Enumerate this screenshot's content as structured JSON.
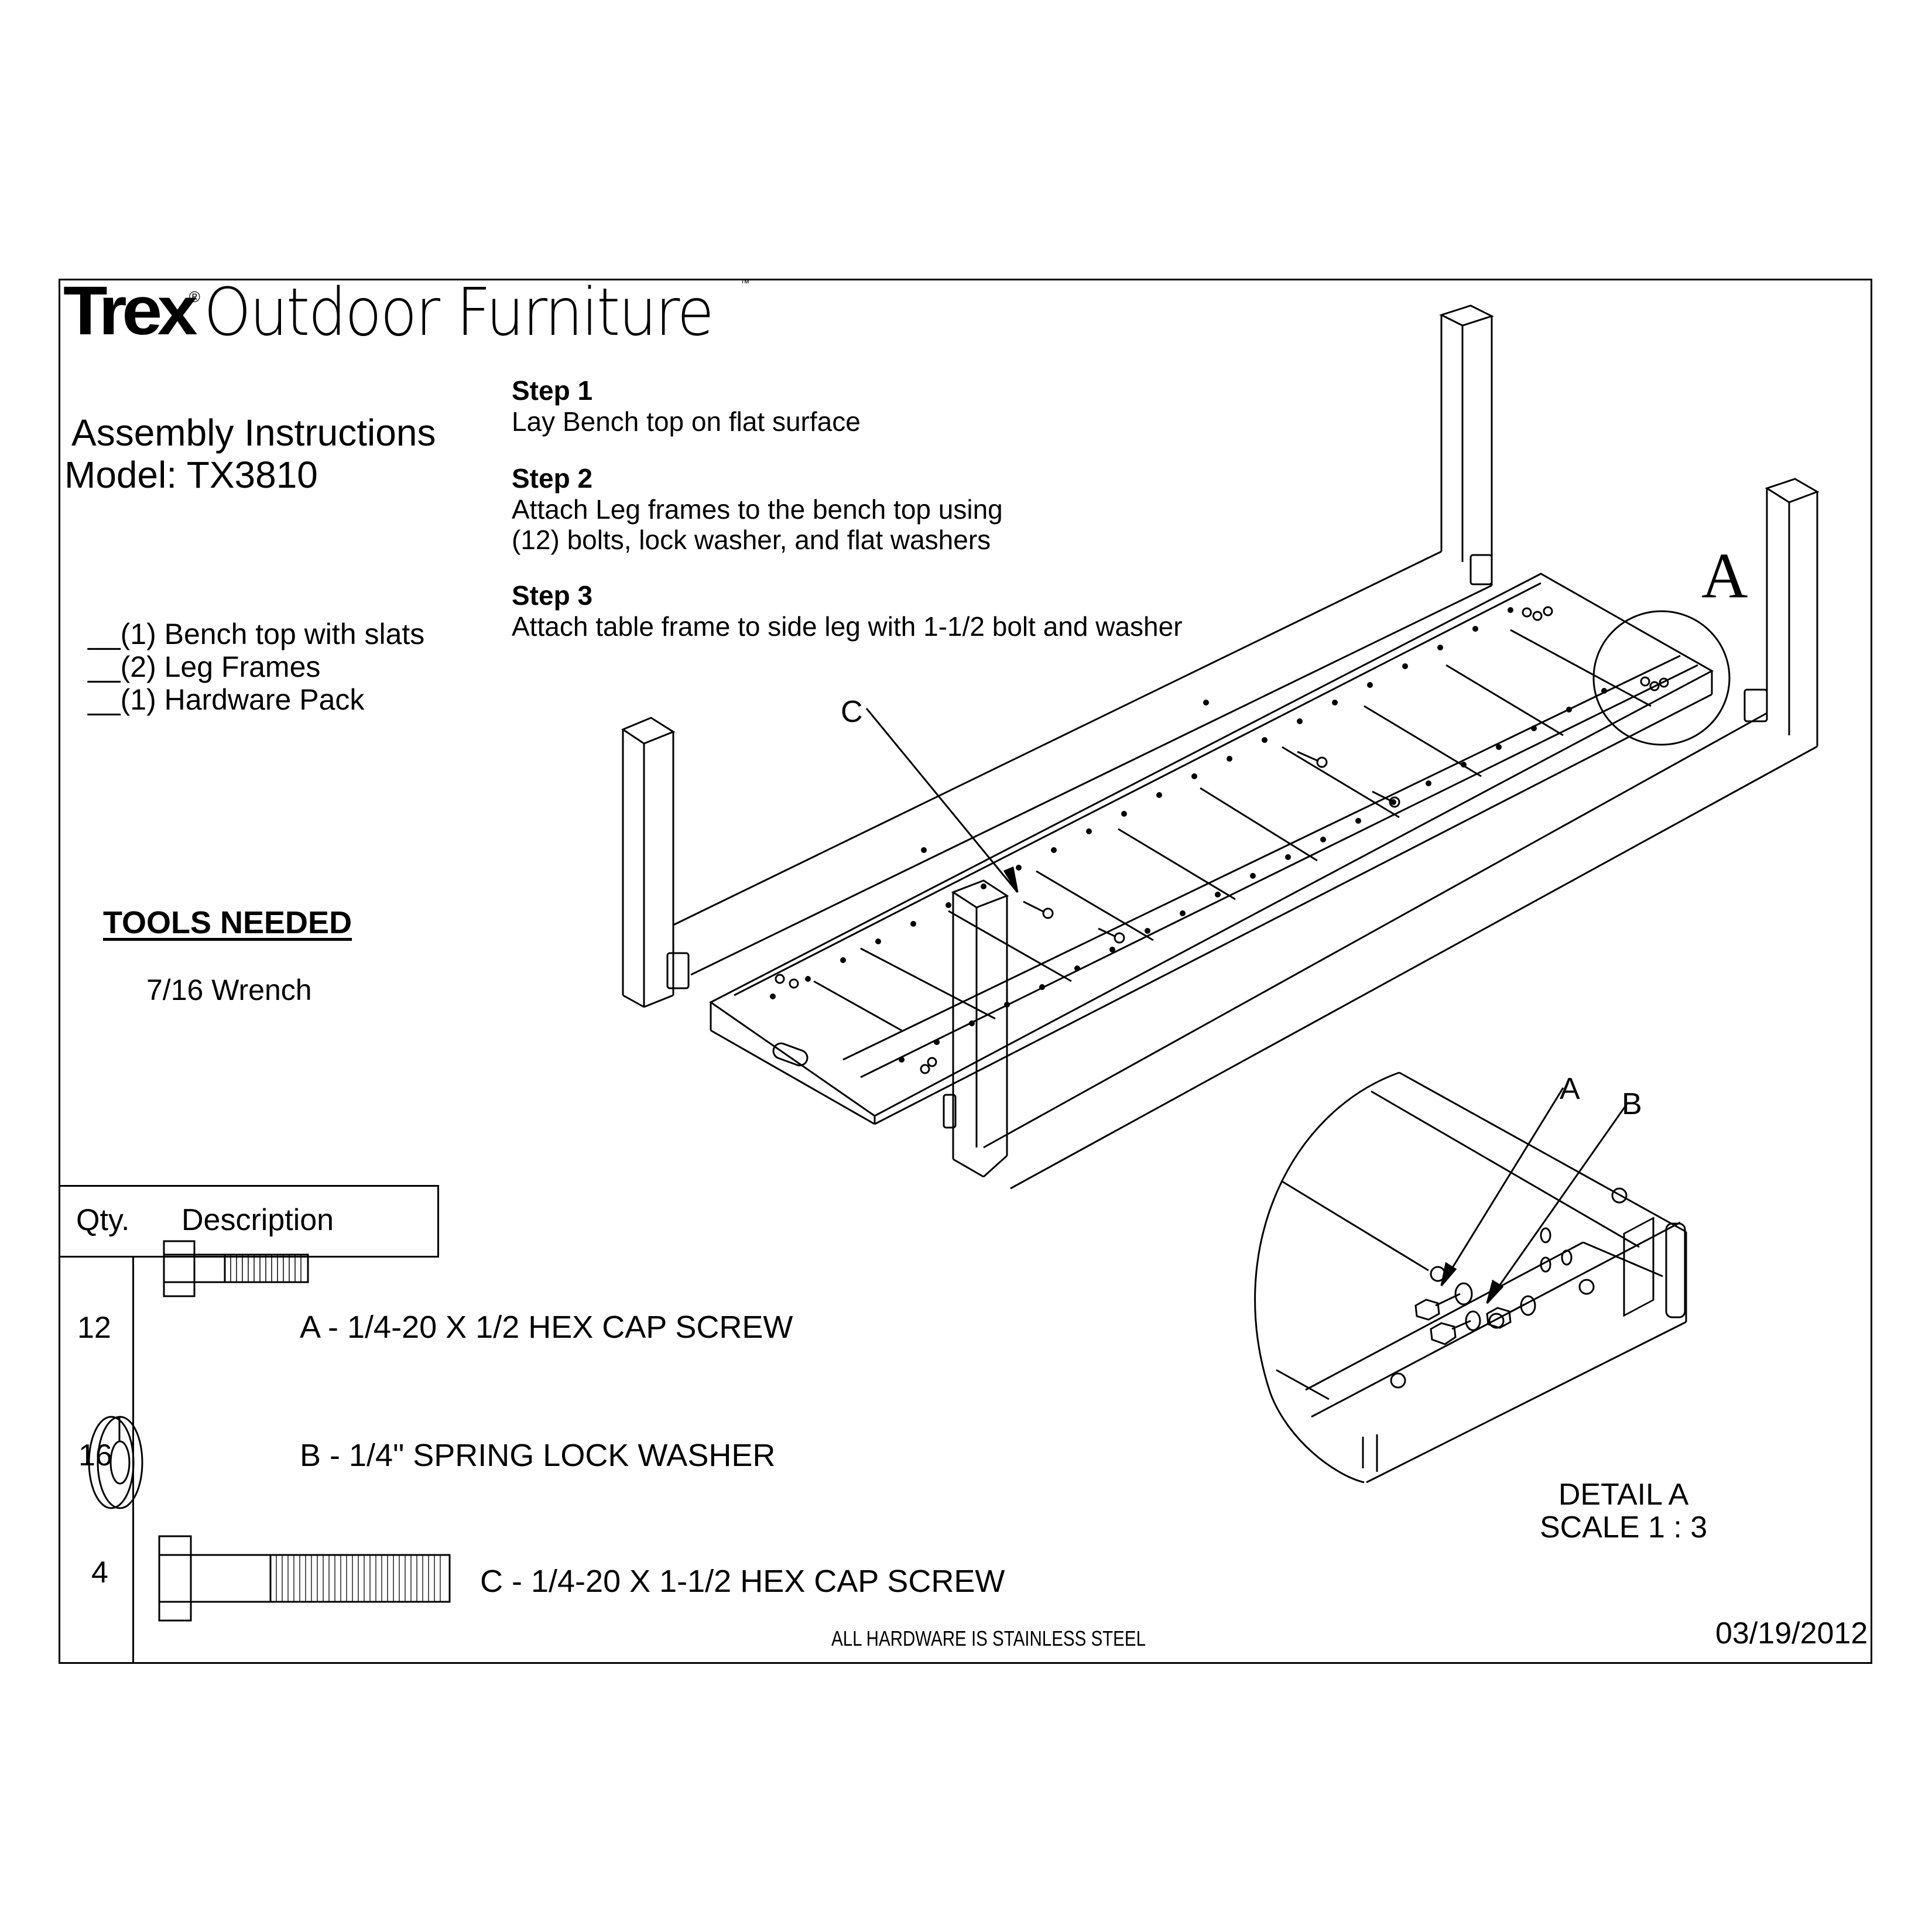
{
  "header": {
    "brand_bold": "Trex",
    "brand_registered": "®",
    "brand_rest": "Outdoor Furniture",
    "brand_trademark": "™"
  },
  "title": {
    "line1": "Assembly Instructions",
    "line2": "Model: TX3810"
  },
  "steps": [
    {
      "heading": "Step 1",
      "lines": [
        "Lay Bench top on flat surface"
      ]
    },
    {
      "heading": "Step 2",
      "lines": [
        "Attach Leg frames to the bench top using",
        "(12) bolts, lock washer, and flat washers"
      ]
    },
    {
      "heading": "Step 3",
      "lines": [
        "Attach table frame to side leg with 1-1/2 bolt and washer"
      ]
    }
  ],
  "parts_checklist": [
    "__(1) Bench top with slats",
    "__(2) Leg Frames",
    "__(1) Hardware Pack"
  ],
  "tools": {
    "heading": "TOOLS NEEDED",
    "items": [
      "7/16 Wrench"
    ]
  },
  "hardware_table": {
    "headers": {
      "qty": "Qty.",
      "description": "Description"
    },
    "rows": [
      {
        "qty": "12",
        "icon": "hex-cap-screw-short-icon",
        "description": "A - 1/4-20 X 1/2 HEX CAP SCREW"
      },
      {
        "qty": "16",
        "icon": "spring-lock-washer-icon",
        "description": "B - 1/4\" SPRING LOCK WASHER"
      },
      {
        "qty": "4",
        "icon": "hex-cap-screw-long-icon",
        "description": "C - 1/4-20 X 1-1/2 HEX CAP SCREW"
      }
    ],
    "note": "ALL HARDWARE IS STAINLESS STEEL"
  },
  "diagram": {
    "callout_main": "A",
    "callout_c": "C",
    "detail_callouts": [
      "A",
      "B"
    ],
    "detail_title": "DETAIL A",
    "detail_scale": "SCALE 1 : 3"
  },
  "date": "03/19/2012"
}
